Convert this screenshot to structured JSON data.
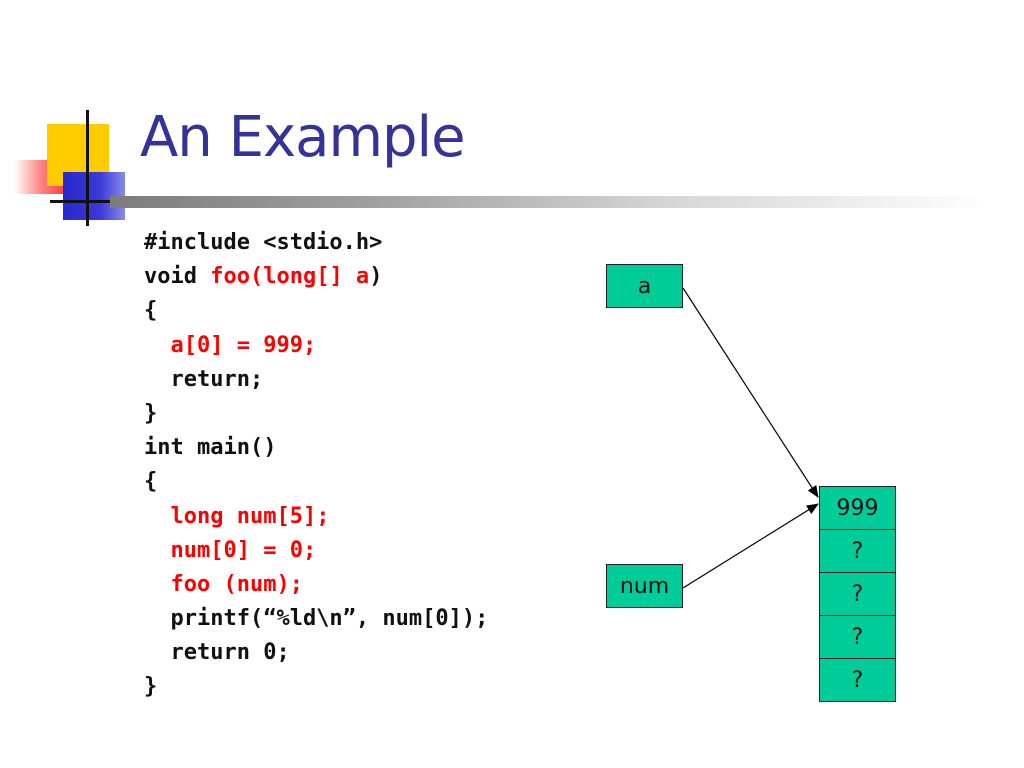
{
  "slide": {
    "title": "An Example"
  },
  "code": {
    "lines": [
      {
        "segments": [
          {
            "text": "#include <stdio.h>",
            "red": false
          }
        ]
      },
      {
        "segments": [
          {
            "text": "void ",
            "red": false
          },
          {
            "text": "foo(long[] a",
            "red": true
          },
          {
            "text": ")",
            "red": false
          }
        ]
      },
      {
        "segments": [
          {
            "text": "{",
            "red": false
          }
        ]
      },
      {
        "segments": [
          {
            "text": "  ",
            "red": false
          },
          {
            "text": "a[0] = 999;",
            "red": true
          }
        ]
      },
      {
        "segments": [
          {
            "text": "  return;",
            "red": false
          }
        ]
      },
      {
        "segments": [
          {
            "text": "}",
            "red": false
          }
        ]
      },
      {
        "segments": [
          {
            "text": "int main()",
            "red": false
          }
        ]
      },
      {
        "segments": [
          {
            "text": "{",
            "red": false
          }
        ]
      },
      {
        "segments": [
          {
            "text": "  ",
            "red": false
          },
          {
            "text": "long num[5];",
            "red": true
          }
        ]
      },
      {
        "segments": [
          {
            "text": "  ",
            "red": false
          },
          {
            "text": "num[0] = 0;",
            "red": true
          }
        ]
      },
      {
        "segments": [
          {
            "text": "  ",
            "red": false
          },
          {
            "text": "foo (num);",
            "red": true
          }
        ]
      },
      {
        "segments": [
          {
            "text": "  printf(“%ld\\n”, num[0]);",
            "red": false
          }
        ]
      },
      {
        "segments": [
          {
            "text": "  return 0;",
            "red": false
          }
        ]
      },
      {
        "segments": [
          {
            "text": "}",
            "red": false
          }
        ]
      }
    ]
  },
  "diagram": {
    "pointer_a": "a",
    "pointer_num": "num",
    "array_cells": [
      "999",
      "?",
      "?",
      "?",
      "?"
    ]
  },
  "colors": {
    "title": "#333399",
    "highlight": "#ff0000",
    "box_fill": "#00cc99"
  }
}
